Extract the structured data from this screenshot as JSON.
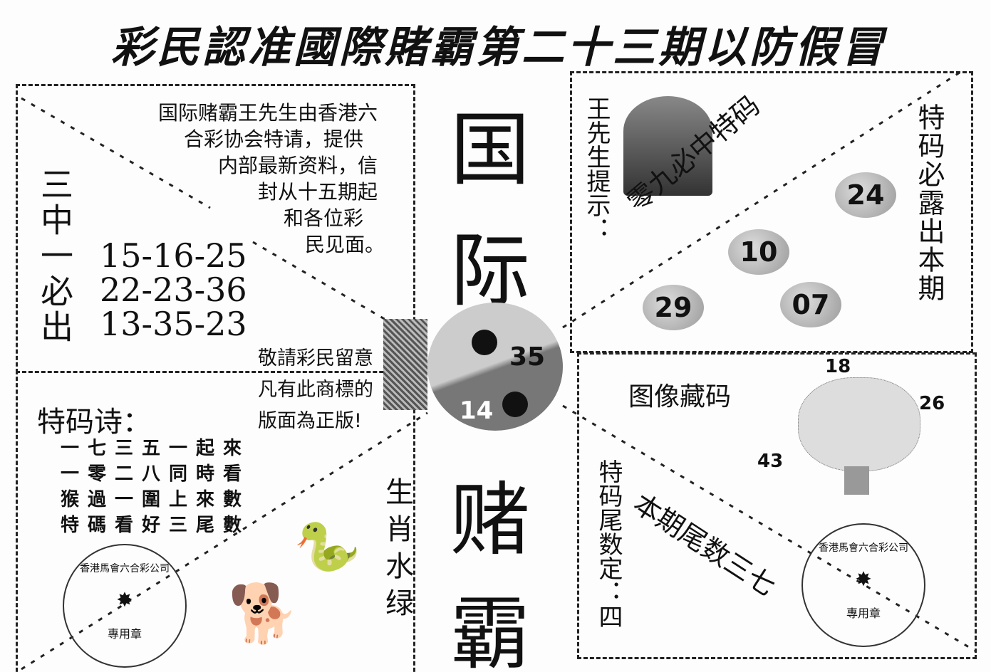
{
  "title": "彩民認准國際賭霸第二十三期以防假冒",
  "intro_lines": [
    "国际赌霸王先生由香港六",
    "合彩协会特请，提供",
    "内部最新资料，信",
    "封从十五期起",
    "和各位彩",
    "民见面。"
  ],
  "three_label": "三中一必出",
  "three_numbers": [
    "15-16-25",
    "22-23-36",
    "13-35-23"
  ],
  "notice_lines": [
    "敬請彩民留意",
    "凡有此商標的",
    "版面為正版!"
  ],
  "poem_title": "特码诗：",
  "poem_lines": [
    "一七三五一起來",
    "一零二八同時看",
    "猴過一圍上來數",
    "特碼看好三尾數"
  ],
  "zodiac_label": "生肖水绿",
  "center_chars": [
    "国",
    "际",
    "赌",
    "霸"
  ],
  "yinyang_numbers": [
    "35",
    "14"
  ],
  "tip_label": "王先生提示：",
  "diag_top": "零九必中特码",
  "balls": [
    "24",
    "10",
    "29",
    "07"
  ],
  "right_vertical": "特码必露出本期",
  "image_code_label": "图像藏码",
  "tree_numbers": [
    "18",
    "26",
    "43"
  ],
  "tail_label": "特码尾数定：四",
  "diag_bottom": "本期尾数三七",
  "stamp_ring": "香港馬會六合彩公司",
  "stamp_center": "專用章"
}
